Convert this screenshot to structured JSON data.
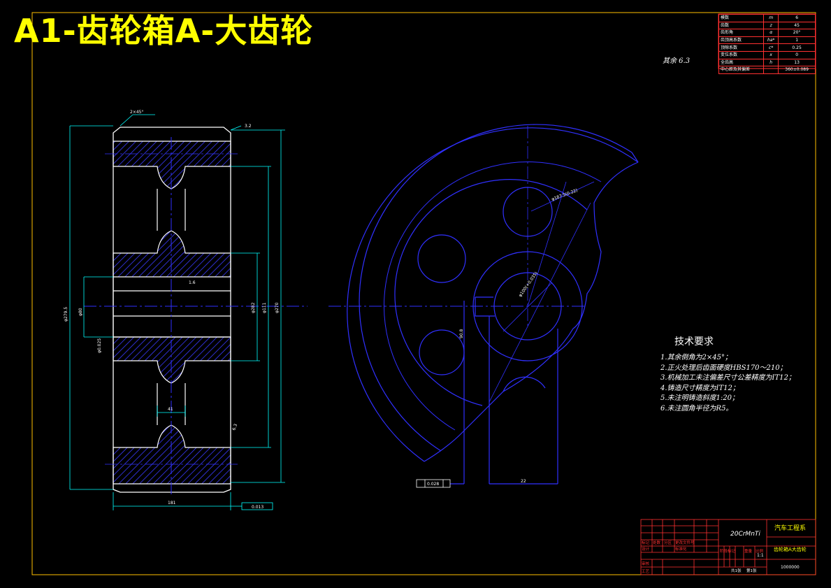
{
  "drawing": {
    "banner_title": "A1-齿轮箱A-大齿轮",
    "colors": {
      "outline": "#ffffff",
      "dimension": "#00ffff",
      "drawing_lines": "#3030ff",
      "hatch": "#3a3aff",
      "center_lines": "#3030ff",
      "frame": "#ffc000",
      "title_block": "#ff3030",
      "banner": "#ffff00"
    }
  },
  "parameter_table": {
    "rows": [
      {
        "name": "模数",
        "symbol": "m",
        "value": "6"
      },
      {
        "name": "齿数",
        "symbol": "z",
        "value": "45"
      },
      {
        "name": "齿形角",
        "symbol": "α",
        "value": "20°"
      },
      {
        "name": "齿顶高系数",
        "symbol": "ha*",
        "value": "1"
      },
      {
        "name": "顶隙系数",
        "symbol": "c*",
        "value": "0.25"
      },
      {
        "name": "变位系数",
        "symbol": "x",
        "value": "0"
      },
      {
        "name": "全齿高",
        "symbol": "h",
        "value": "13"
      },
      {
        "name": "中心距及其偏差",
        "symbol": "",
        "value": "360±0.089"
      }
    ]
  },
  "roughness_note": "其余 6.3",
  "tech_requirements": {
    "title": "技术要求",
    "items": [
      "1.其余倒角为2×45°；",
      "2.正火处理后齿面硬度HBS170～210；",
      "3.机械加工未注偏差尺寸公差精度为IT12；",
      "4.铸造尺寸精度为IT12；",
      "5.未注明铸造斜度1:20；",
      "6.未注圆角半径为R5。"
    ]
  },
  "dimensions": {
    "chamfer": "2×45°",
    "top_roughness": "3.2",
    "width": "181",
    "web_thickness": "41",
    "od_left": "φ279.5",
    "bore_left": "φ80",
    "pitch_dia": "φ270",
    "hub_dia": "φ111",
    "od_right": "φ282",
    "left_tol": "φ0.025",
    "bottom_tol": "0.013",
    "runout": "0.028",
    "keyway_width": "22",
    "keyway_depth": "90.8",
    "pcd_label": "φ187.5(0.22)",
    "bore_label": "φ100(+0.035)",
    "side_roughness": "6.3",
    "mid_roughness": "1.6"
  },
  "title_block": {
    "material": "20CrMnTi",
    "school": "汽车工程系",
    "part_name": "齿轮箱A大齿轮",
    "drawing_no": "1000000",
    "scale": "1:1",
    "labels": {
      "mark": "标记",
      "count": "处数",
      "zone": "分区",
      "change_no": "更改文件号",
      "designer": "设计",
      "standardization": "标准化",
      "stage_mark": "阶段标记",
      "weight": "重量",
      "ratio": "比例",
      "review": "审核",
      "process": "工艺",
      "sheets": "共1张",
      "sheet_no": "第1张"
    }
  }
}
